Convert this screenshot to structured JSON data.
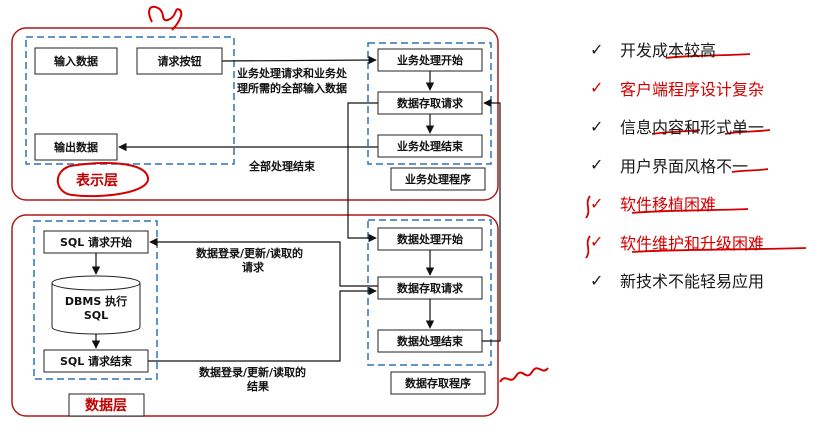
{
  "presentation": {
    "layer_label": "表示层",
    "input_data": "输入数据",
    "request_button": "请求按钮",
    "output_data": "输出数据"
  },
  "business": {
    "program_label": "业务处理程序",
    "start": "业务处理开始",
    "data_access_request": "数据存取请求",
    "end": "业务处理结束"
  },
  "data_layer": {
    "layer_label": "数据层",
    "sql_start": "SQL 请求开始",
    "dbms_line1": "DBMS 执行",
    "dbms_line2": "SQL",
    "sql_end": "SQL 请求结束"
  },
  "data_access": {
    "program_label": "数据存取程序",
    "start": "数据处理开始",
    "data_access_request": "数据存取请求",
    "end": "数据处理结束"
  },
  "arrows": {
    "business_request_line1": "业务处理请求和业务处",
    "business_request_line2": "理所需的全部输入数据",
    "all_done": "全部处理结束",
    "data_request_line1": "数据登录/更新/读取的",
    "data_request_line2": "请求",
    "data_result_line1": "数据登录/更新/读取的",
    "data_result_line2": "结果"
  },
  "list": {
    "check": "✓",
    "items": [
      {
        "text": "开发成本较高",
        "highlight": false
      },
      {
        "text": "客户端程序设计复杂",
        "highlight": true
      },
      {
        "text": "信息内容和形式单一",
        "highlight": false
      },
      {
        "text": "用户界面风格不一",
        "highlight": false
      },
      {
        "text": "软件移植困难",
        "highlight": true
      },
      {
        "text": "软件维护和升级困难",
        "highlight": true
      },
      {
        "text": "新技术不能轻易应用",
        "highlight": false
      }
    ]
  },
  "colors": {
    "layer_border": "#b01818",
    "dashed_blue": "#2e74b5",
    "annotation_red": "#d40000"
  }
}
